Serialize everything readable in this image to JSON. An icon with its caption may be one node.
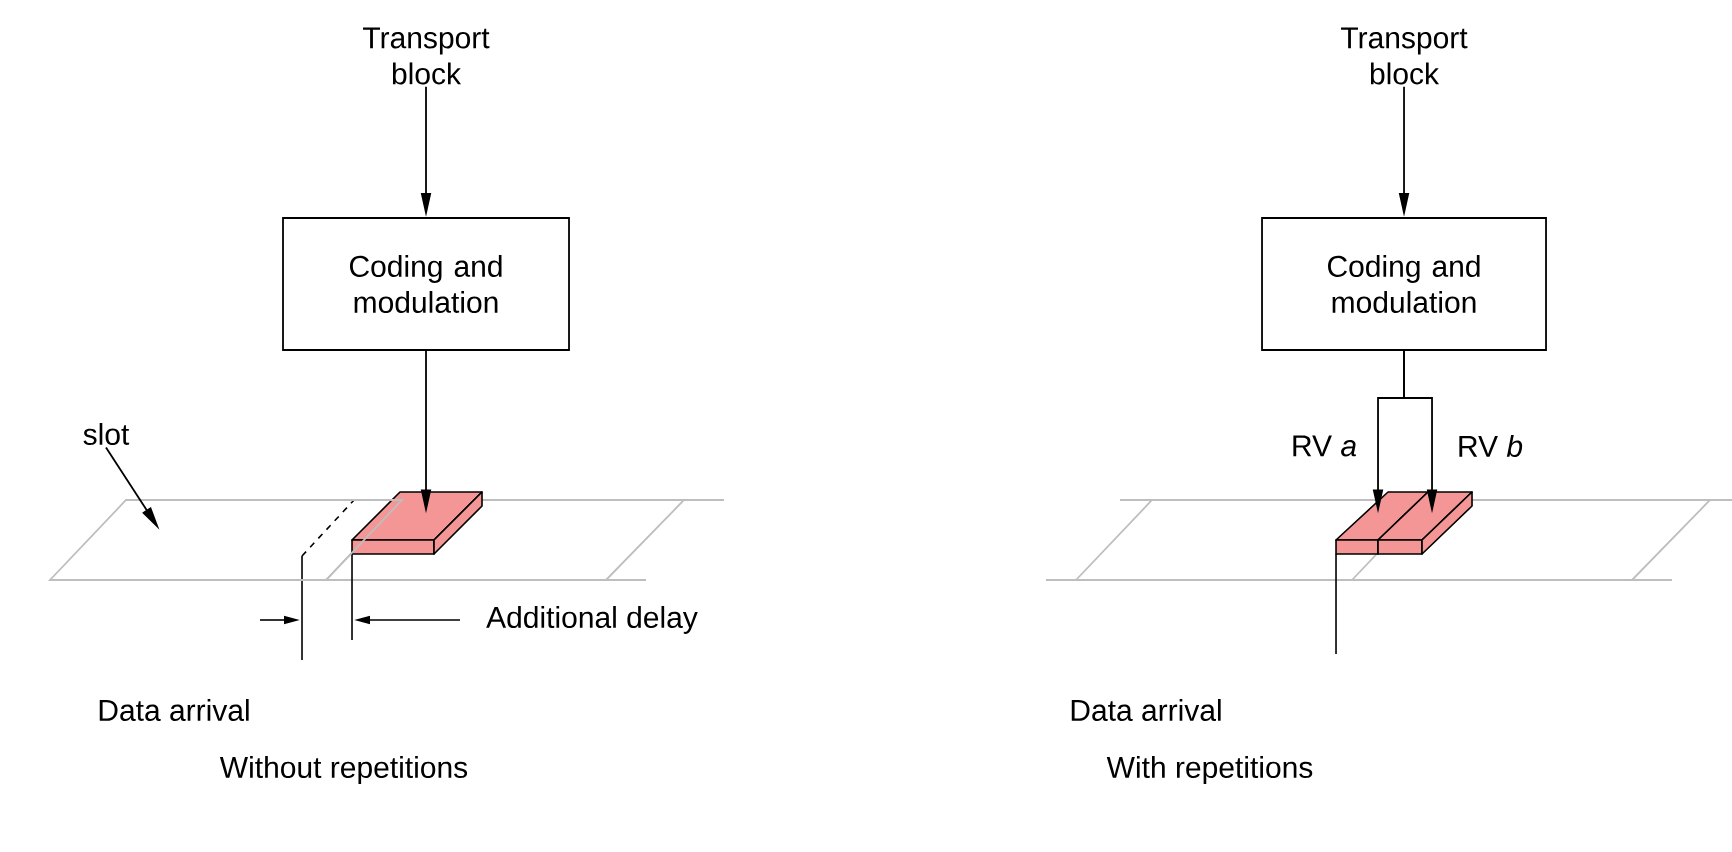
{
  "diagram": {
    "nodes": [
      {
        "text": [
          "Transport block"
        ]
      },
      {
        "text": [
          "Coding and modulation"
        ]
      },
      {
        "text": [],
        "shape": "box"
      },
      {
        "text": [
          "slot"
        ]
      },
      {
        "text": [
          "Transport block"
        ]
      },
      {
        "text": [
          "Coding and modulation"
        ]
      },
      {
        "text": [],
        "shape": "box"
      },
      {
        "text": [],
        "shape": "box"
      },
      {
        "text": [],
        "shape": "box"
      }
    ],
    "edges": [
      {
        "from": 0,
        "to": 1,
        "arrow": "to"
      },
      {
        "from": 1,
        "to": 2,
        "arrow": "to"
      },
      {
        "from": 3,
        "to": 8,
        "arrow": "to"
      },
      {
        "from": 4,
        "to": 5,
        "arrow": "to"
      },
      {
        "from": 5,
        "to": 6,
        "arrow": "to",
        "label": "RV *a*"
      },
      {
        "from": 5,
        "to": 7,
        "arrow": "to",
        "label": "RV *b*"
      }
    ],
    "labels": [
      "Additional delay",
      "Data arrival",
      "Data arrival",
      "Without repetitions",
      "With repetitions"
    ]
  }
}
